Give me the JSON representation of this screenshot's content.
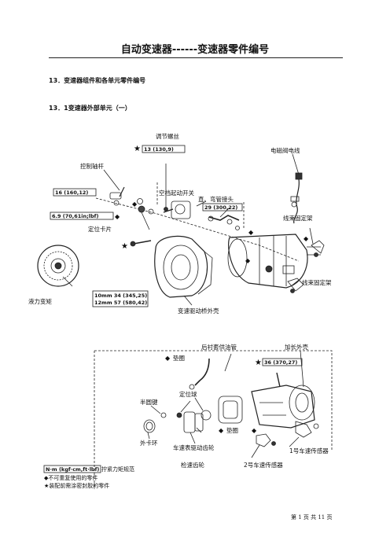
{
  "header": {
    "title": "自动变速器------变速器零件编号"
  },
  "sections": {
    "s13": "13．变速器组件和各单元零件编号",
    "s13_1": "13．1变速器外部单元（一）"
  },
  "diagram": {
    "labels": {
      "adjust_screw": "调节螺丝",
      "control_shaft": "控制轴杆",
      "neutral_switch": "空档起动开关",
      "straight_elbow": "直、弯管接头",
      "solenoid_wire": "电磁阀电线",
      "harness_bracket_1": "线束固定架",
      "harness_bracket_2": "线束固定架",
      "locating_clip": "定位卡片",
      "torque_converter": "液力变矩",
      "housing": "变速驱动桥外壳",
      "rear_bush_pipe": "后衬套供油管",
      "ext_housing": "加长外壳",
      "washer_1": "垫圈",
      "washer_2": "垫圈",
      "lock_ball": "定位球",
      "half_key": "半圆键",
      "snap_ring": "外卡环",
      "speedo_drive_gear": "车速表驱动齿轮",
      "check_gear": "检速齿轮",
      "speed_sensor_1": "1号车速传感器",
      "speed_sensor_2": "2号车速传感器"
    },
    "torques": {
      "t13": "13 (130,9)",
      "t16": "16 (160,12)",
      "t69": "6.9 (70,61in;lbf)",
      "t29": "29 (300,22)",
      "t10mm": "10mm 34 (345,25)",
      "t12mm": "12mm 57 (580,42)",
      "t36": "36 (370,27)"
    },
    "legend": {
      "unit_box": "N·m (kgf·cm,ft·lbf)",
      "unit_desc": "拧紧力矩规范",
      "line2": "◆不可重复使用的零件",
      "line3": "★装配前需涂密封胶的零件"
    }
  },
  "footer": {
    "page": "第 1 页 共 11 页"
  }
}
